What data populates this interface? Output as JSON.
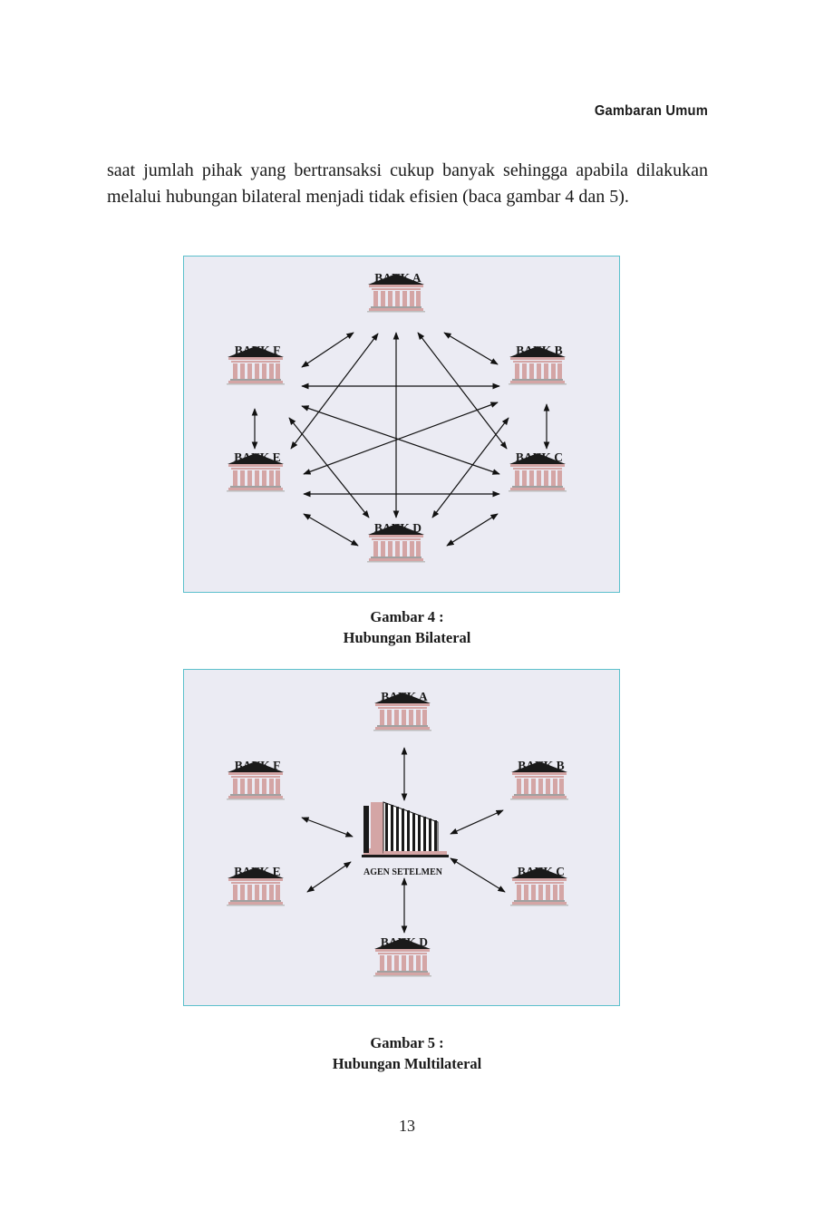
{
  "header": {
    "section_title": "Gambaran Umum"
  },
  "body": {
    "paragraph": "saat jumlah pihak yang bertransaksi cukup banyak sehingga apabila dilakukan melalui hubungan bilateral menjadi tidak efisien (baca gambar 4 dan 5)."
  },
  "figure4": {
    "banks": {
      "a": "BANK A",
      "b": "BANK B",
      "c": "BANK C",
      "d": "BANK D",
      "e": "BANK E",
      "f": "BANK F"
    },
    "caption_line1": "Gambar 4 :",
    "caption_line2": "Hubungan Bilateral"
  },
  "figure5": {
    "banks": {
      "a": "BANK A",
      "b": "BANK B",
      "c": "BANK C",
      "d": "BANK D",
      "e": "BANK E",
      "f": "BANK F"
    },
    "hub_label": "AGEN SETELMEN",
    "caption_line1": "Gambar 5 :",
    "caption_line2": "Hubungan Multilateral"
  },
  "footer": {
    "page_number": "13"
  },
  "colors": {
    "figure_background": "#ebebf3",
    "figure_border": "#5cc0cc",
    "bank_columns": "#d4a5a5",
    "bank_roof": "#1a1a1a"
  },
  "icons": {
    "bank": "bank-building-icon",
    "hub": "office-tower-icon"
  }
}
